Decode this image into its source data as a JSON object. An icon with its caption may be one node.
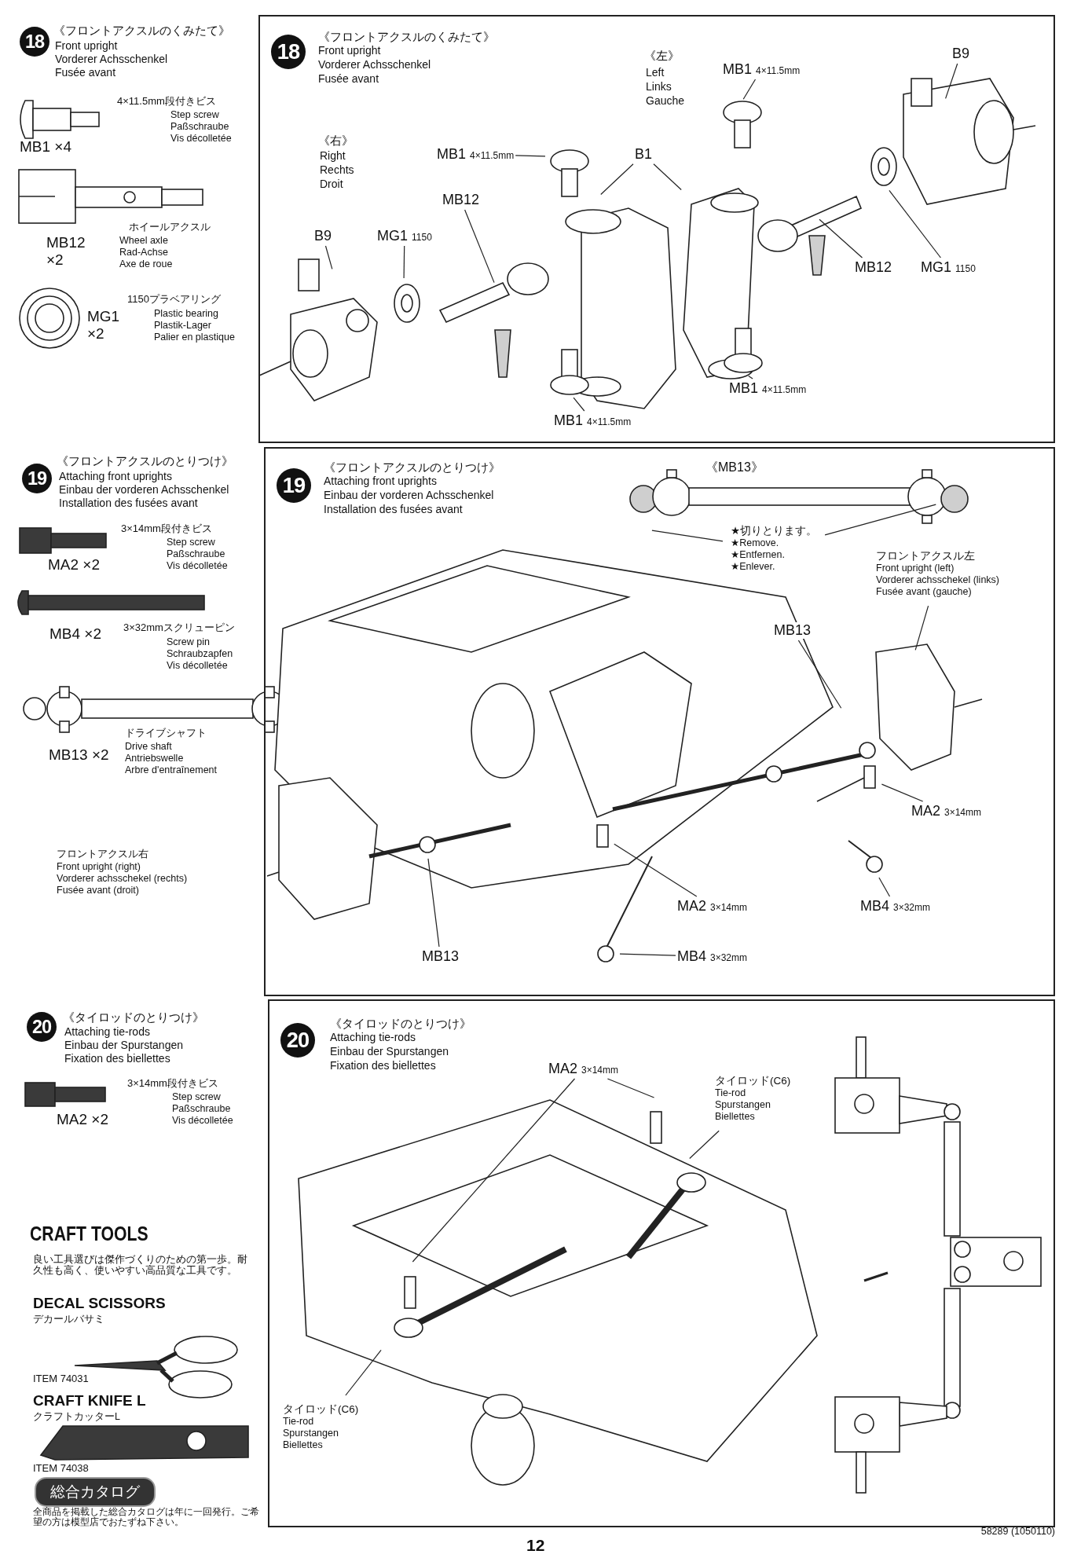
{
  "diagram": {
    "nodes": [
      {
        "text": [
          "18"
        ]
      },
      {
        "text": [
          "《フロントアクスルのくみたて》",
          "Front upright",
          "Vorderer Achsschenkel",
          "Fusée avant"
        ]
      },
      {
        "text": [
          "18"
        ],
        "in": 1
      },
      {
        "text": [
          "MB1",
          "4×11.5mm"
        ],
        "in": 1
      },
      {
        "text": [
          "MB12"
        ],
        "in": 1
      },
      {
        "text": [
          "B9"
        ],
        "in": 1
      },
      {
        "text": [
          "MG1",
          "1150"
        ],
        "in": 1
      },
      {
        "text": [
          "B1"
        ],
        "in": 1
      },
      {
        "text": [
          "MB1",
          "4×11.5mm"
        ],
        "in": 1
      },
      {
        "text": [
          "B9"
        ],
        "in": 1
      },
      {
        "text": [
          "MB12"
        ],
        "in": 1
      },
      {
        "text": [
          "MG1",
          "1150"
        ],
        "in": 1
      },
      {
        "text": [
          "MB1",
          "4×11.5mm"
        ],
        "in": 1
      },
      {
        "text": [
          "MB1",
          "4×11.5mm"
        ],
        "in": 1
      },
      {
        "text": [
          "19"
        ]
      },
      {
        "text": [
          "《フロントアクスルのとりつけ》",
          "Attaching front uprights",
          "Einbau der vorderen Achsschenkel",
          "Installation des fusées avant"
        ]
      },
      {
        "text": [
          "19"
        ],
        "in": 15
      },
      {
        "text": [
          "★切りとります。",
          "★Remove.",
          "★Entfernen.",
          "★Enlever."
        ],
        "in": 15
      },
      {
        "text": [
          "フロントアクスル左",
          "Front upright (left)",
          "Vorderer achsschekel (links)",
          "Fusée avant (gauche)"
        ],
        "in": 15
      },
      {
        "text": [
          "MB13"
        ],
        "in": 15
      },
      {
        "text": [
          "MA2",
          "3×14mm"
        ],
        "in": 15
      },
      {
        "text": [
          "MB4",
          "3×32mm"
        ],
        "in": 15
      },
      {
        "text": [
          "MA2",
          "3×14mm"
        ],
        "in": 15
      },
      {
        "text": [
          "MB4",
          "3×32mm"
        ],
        "in": 15
      },
      {
        "text": [
          "MB13"
        ],
        "in": 15
      },
      {
        "text": [
          "20"
        ]
      },
      {
        "text": [
          "《タイロッドのとりつけ》",
          "Attaching tie-rods",
          "Einbau der Spurstangen",
          "Fixation des biellettes"
        ]
      },
      {
        "text": [
          "20"
        ],
        "in": 26
      },
      {
        "text": [
          "MA2",
          "3×14mm"
        ],
        "in": 26
      },
      {
        "text": [
          "タイロッド(C6)",
          "Tie-rod",
          "Spurstangen",
          "Biellettes"
        ],
        "in": 26
      },
      {
        "text": [
          "タイロッド(C6)",
          "Tie-rod",
          "Spurstangen",
          "Biellettes"
        ],
        "in": 26
      },
      {
        "text": [
          "総合カタログ"
        ]
      }
    ],
    "edges": [
      {
        "from": 3,
        "to": null,
        "arrow": "none"
      },
      {
        "from": 4,
        "to": null,
        "arrow": "none"
      },
      {
        "from": 5,
        "to": null,
        "arrow": "none"
      },
      {
        "from": 6,
        "to": null,
        "arrow": "none"
      },
      {
        "from": 7,
        "to": null,
        "arrow": "none"
      },
      {
        "from": 7,
        "to": null,
        "arrow": "none"
      },
      {
        "from": 8,
        "to": null,
        "arrow": "none"
      },
      {
        "from": 9,
        "to": null,
        "arrow": "none"
      },
      {
        "from": 10,
        "to": null,
        "arrow": "none"
      },
      {
        "from": 11,
        "to": null,
        "arrow": "none"
      },
      {
        "from": 12,
        "to": null,
        "arrow": "none"
      },
      {
        "from": 13,
        "to": null,
        "arrow": "none"
      },
      {
        "from": 17,
        "to": null,
        "arrow": "none"
      },
      {
        "from": 17,
        "to": null,
        "arrow": "none"
      },
      {
        "from": 18,
        "to": null,
        "arrow": "none"
      },
      {
        "from": 19,
        "to": null,
        "arrow": "none"
      },
      {
        "from": 20,
        "to": null,
        "arrow": "none"
      },
      {
        "from": 21,
        "to": null,
        "arrow": "none"
      },
      {
        "from": 22,
        "to": null,
        "arrow": "none"
      },
      {
        "from": 23,
        "to": null,
        "arrow": "none"
      },
      {
        "from": 24,
        "to": null,
        "arrow": "none"
      },
      {
        "from": 28,
        "to": null,
        "arrow": "none"
      },
      {
        "from": 28,
        "to": null,
        "arrow": "none"
      },
      {
        "from": 29,
        "to": null,
        "arrow": "none"
      },
      {
        "from": 30,
        "to": null,
        "arrow": "none"
      }
    ],
    "labels": [
      "《フロントアクスルのくみたて》",
      "Front upright",
      "Vorderer Achsschenkel",
      "Fusée avant",
      "4×11.5mm段付きビス",
      "Step screw",
      "Paßschraube",
      "Vis décolletée",
      "MB1 ×4",
      "ホイールアクスル",
      "Wheel axle",
      "Rad-Achse",
      "Axe de roue",
      "MB12 ×2",
      "1150プラベアリング",
      "Plastic bearing",
      "Plastik-Lager",
      "Palier en plastique",
      "MG1 ×2",
      "《右》",
      "Right",
      "Rechts",
      "Droit",
      "《左》",
      "Left",
      "Links",
      "Gauche",
      "《フロントアクスルのとりつけ》",
      "Attaching front uprights",
      "Einbau der vorderen Achsschenkel",
      "Installation des fusées avant",
      "3×14mm段付きビス",
      "Step screw",
      "Paßschraube",
      "Vis décolletée",
      "MA2 ×2",
      "MB4 ×2",
      "3×32mmスクリューピン",
      "Screw pin",
      "Schraubzapfen",
      "Vis décolletée",
      "ドライブシャフト",
      "Drive shaft",
      "Antriebswelle",
      "Arbre d'entraînement",
      "MB13 ×2",
      "《MB13》",
      "フロントアクスル右",
      "Front upright (right)",
      "Vorderer achsschekel (rechts)",
      "Fusée avant (droit)",
      "《タイロッドのとりつけ》",
      "Attaching tie-rods",
      "Einbau der Spurstangen",
      "Fixation des biellettes",
      "3×14mm段付きビス",
      "Step screw",
      "Paßschraube",
      "Vis décolletée",
      "MA2 ×2",
      "CRAFT TOOLS",
      "良い工具選びは傑作づくりのための第一歩。耐久性も高く、使いやすい高品質な工具です。",
      "DECAL SCISSORS",
      "デカールバサミ",
      "ITEM 74031",
      "CRAFT KNIFE L",
      "クラフトカッターL",
      "ITEM 74038",
      "全商品を掲載した総合カタログは年に一回発行。ご希望の方は模型店でおたずね下さい。",
      "12",
      "58289 (1050110)"
    ]
  }
}
